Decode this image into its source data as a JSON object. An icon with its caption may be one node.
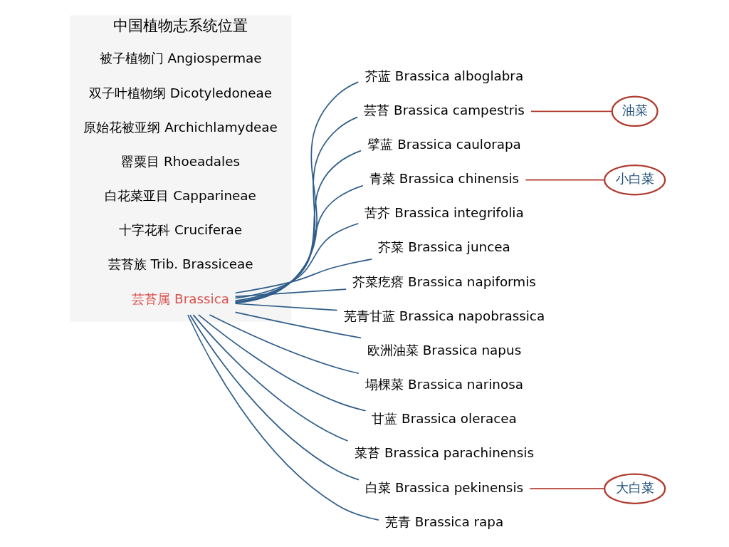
{
  "diagram": {
    "nodes": [
      {
        "text": [
          "中国植物志系统位置"
        ]
      },
      {
        "text": [
          "被子植物门 Angiospermae"
        ],
        "in": 0
      },
      {
        "text": [
          "双子叶植物纲 Dicotyledoneae"
        ],
        "in": 0
      },
      {
        "text": [
          "原始花被亚纲 Archichlamydeae"
        ],
        "in": 0
      },
      {
        "text": [
          "罂粟目 Rhoeadales"
        ],
        "in": 0
      },
      {
        "text": [
          "白花菜亚目 Capparineae"
        ],
        "in": 0
      },
      {
        "text": [
          "十字花科 Cruciferae"
        ],
        "in": 0
      },
      {
        "text": [
          "芸苔族 Trib. Brassiceae"
        ],
        "in": 0
      },
      {
        "text": [
          "芸苔属 Brassica"
        ],
        "in": 0
      },
      {
        "text": [
          "芥蓝 Brassica alboglabra"
        ]
      },
      {
        "text": [
          "芸苔 Brassica campestris"
        ]
      },
      {
        "text": [
          "擘蓝 Brassica caulorapa"
        ]
      },
      {
        "text": [
          "青菜 Brassica chinensis"
        ]
      },
      {
        "text": [
          "苦芥 Brassica integrifolia"
        ]
      },
      {
        "text": [
          "芥菜 Brassica juncea"
        ]
      },
      {
        "text": [
          "芥菜疙瘩 Brassica napiformis"
        ]
      },
      {
        "text": [
          "芜青甘蓝 Brassica napobrassica"
        ]
      },
      {
        "text": [
          "欧洲油菜 Brassica napus"
        ]
      },
      {
        "text": [
          "塌棵菜 Brassica narinosa"
        ]
      },
      {
        "text": [
          "甘蓝 Brassica oleracea"
        ]
      },
      {
        "text": [
          "菜苔 Brassica parachinensis"
        ]
      },
      {
        "text": [
          "白菜 Brassica pekinensis"
        ]
      },
      {
        "text": [
          "芜青 Brassica rapa"
        ]
      },
      {
        "text": [
          "油菜"
        ]
      },
      {
        "text": [
          "小白菜"
        ]
      },
      {
        "text": [
          "大白菜"
        ]
      }
    ],
    "edges": [
      {
        "from": 8,
        "to": 9,
        "arrow": "none"
      },
      {
        "from": 8,
        "to": 10,
        "arrow": "none"
      },
      {
        "from": 8,
        "to": 11,
        "arrow": "none"
      },
      {
        "from": 8,
        "to": 12,
        "arrow": "none"
      },
      {
        "from": 8,
        "to": 13,
        "arrow": "none"
      },
      {
        "from": 8,
        "to": 14,
        "arrow": "none"
      },
      {
        "from": 8,
        "to": 15,
        "arrow": "none"
      },
      {
        "from": 8,
        "to": 16,
        "arrow": "none"
      },
      {
        "from": 8,
        "to": 17,
        "arrow": "none"
      },
      {
        "from": 8,
        "to": 18,
        "arrow": "none"
      },
      {
        "from": 8,
        "to": 19,
        "arrow": "none"
      },
      {
        "from": 8,
        "to": 20,
        "arrow": "none"
      },
      {
        "from": 8,
        "to": 21,
        "arrow": "none"
      },
      {
        "from": 8,
        "to": 22,
        "arrow": "none"
      },
      {
        "from": 10,
        "to": 23,
        "arrow": "none",
        "color": "#b03a2e"
      },
      {
        "from": 12,
        "to": 24,
        "arrow": "none",
        "color": "#b03a2e"
      },
      {
        "from": 21,
        "to": 25,
        "arrow": "none",
        "color": "#b03a2e"
      }
    ]
  }
}
